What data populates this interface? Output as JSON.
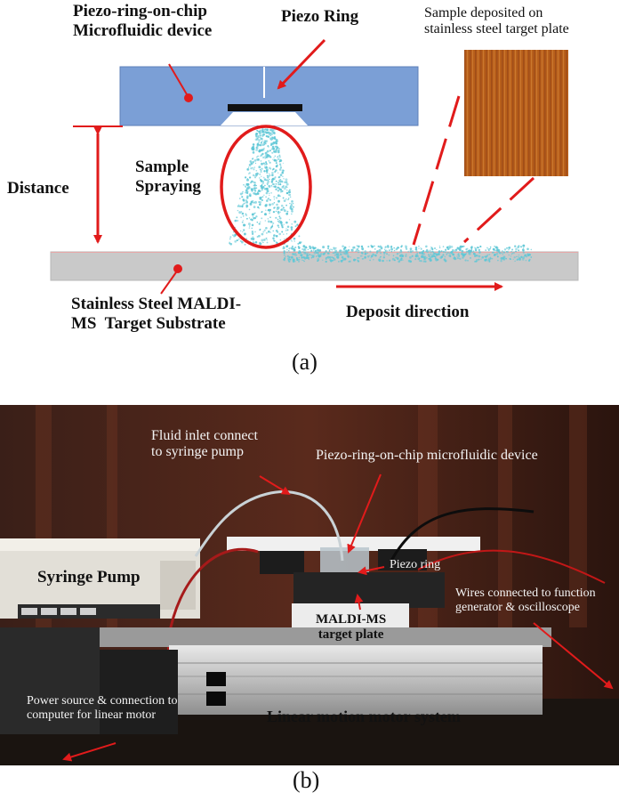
{
  "panel_a": {
    "device_label": "Piezo-ring-on-chip\nMicrofluidic device",
    "piezo_ring_label": "Piezo Ring",
    "sample_deposit_label": "Sample deposited on\nstainless steel target plate",
    "distance_label": "Distance",
    "spraying_label": "Sample\nSpraying",
    "substrate_label": "Stainless Steel MALDI-\nMS  Target Substrate",
    "deposit_direction_label": "Deposit direction",
    "caption": "(a)",
    "colors": {
      "chip": "#7b9fd6",
      "substrate": "#c9c9c9",
      "arrows": "#e11b1b",
      "spray": "#5fc7d6",
      "deposit_photo": "#c0661e"
    }
  },
  "panel_b": {
    "fluid_inlet_label": "Fluid inlet connect\nto syringe pump",
    "device_label": "Piezo-ring-on-chip microfluidic device",
    "syringe_pump_label": "Syringe Pump",
    "piezo_ring_label": "Piezo ring",
    "wires_label": "Wires connected to function\ngenerator & oscilloscope",
    "target_plate_label": "MALDI-MS\ntarget plate",
    "power_label": "Power source & connection to\ncomputer for linear motor",
    "motor_label": "Linear motion motor system",
    "caption": "(b)"
  }
}
